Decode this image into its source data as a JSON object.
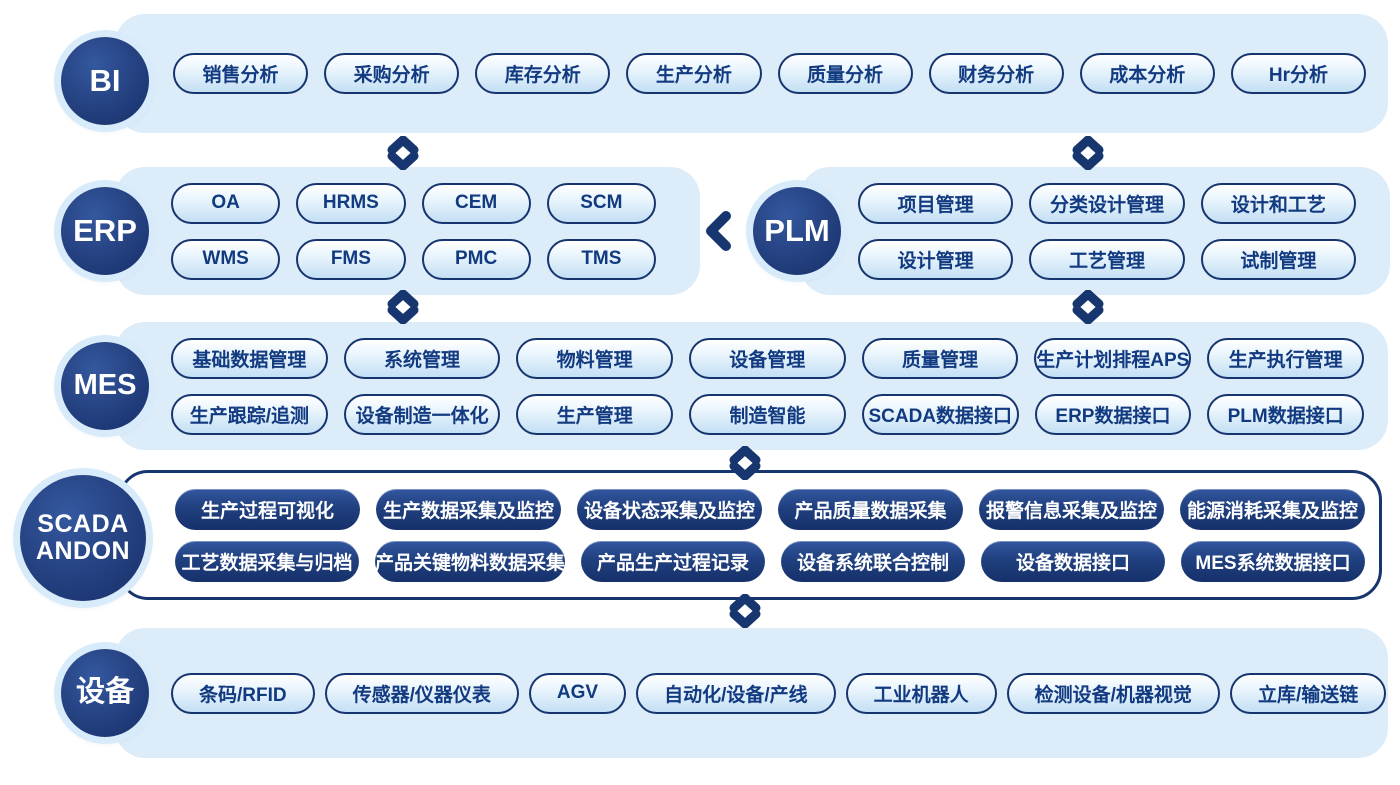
{
  "colors": {
    "accent": "#17356e",
    "band_background": "#dcecf9",
    "light_pill_border": "#16356f",
    "light_pill_fill_bottom": "#c3dff4",
    "light_pill_text": "#123a80",
    "dark_pill_top": "#33579f",
    "dark_pill_bottom": "#16316b",
    "badge_fill": "#1d3a79",
    "badge_halo": "#d7ebfa"
  },
  "bi": {
    "badge": "BI",
    "pills": [
      "销售分析",
      "采购分析",
      "库存分析",
      "生产分析",
      "质量分析",
      "财务分析",
      "成本分析",
      "Hr分析"
    ]
  },
  "erp": {
    "badge": "ERP",
    "rows": [
      [
        "OA",
        "HRMS",
        "CEM",
        "SCM"
      ],
      [
        "WMS",
        "FMS",
        "PMC",
        "TMS"
      ]
    ]
  },
  "plm": {
    "badge": "PLM",
    "rows": [
      [
        "项目管理",
        "分类设计管理",
        "设计和工艺"
      ],
      [
        "设计管理",
        "工艺管理",
        "试制管理"
      ]
    ]
  },
  "mes": {
    "badge": "MES",
    "rows": [
      [
        "基础数据管理",
        "系统管理",
        "物料管理",
        "设备管理",
        "质量管理",
        "生产计划排程APS",
        "生产执行管理"
      ],
      [
        "生产跟踪/追测",
        "设备制造一体化",
        "生产管理",
        "制造智能",
        "SCADA数据接口",
        "ERP数据接口",
        "PLM数据接口"
      ]
    ]
  },
  "scada": {
    "badge_lines": [
      "SCADA",
      "ANDON"
    ],
    "rows": [
      [
        "生产过程可视化",
        "生产数据采集及监控",
        "设备状态采集及监控",
        "产品质量数据采集",
        "报警信息采集及监控",
        "能源消耗采集及监控"
      ],
      [
        "工艺数据采集与归档",
        "产品关键物料数据采集",
        "产品生产过程记录",
        "设备系统联合控制",
        "设备数据接口",
        "MES系统数据接口"
      ]
    ]
  },
  "devices": {
    "badge": "设备",
    "pills": [
      "条码/RFID",
      "传感器/仪器仪表",
      "AGV",
      "自动化/设备/产线",
      "工业机器人",
      "检测设备/机器视觉",
      "立库/输送链"
    ]
  }
}
